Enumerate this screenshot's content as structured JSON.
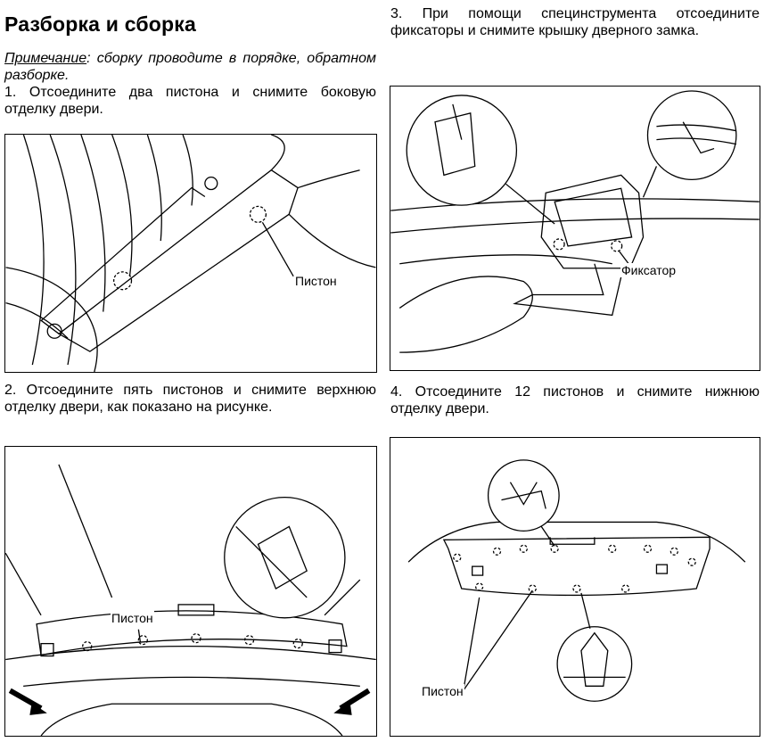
{
  "title": "Разборка и сборка",
  "note": {
    "label": "Примечание",
    "text": ": сборку проводите в порядке, обратном разборке."
  },
  "steps": [
    {
      "text": "1. Отсоедините два пистона и снимите боковую отделку двери."
    },
    {
      "text": "2. Отсоедините пять пистонов и снимите верхнюю отделку двери, как показано на рисунке."
    },
    {
      "text": "3. При помощи специнструмента отсоедините фиксаторы и снимите крышку дверного замка."
    },
    {
      "text": "4. Отсоедините 12 пистонов и снимите нижнюю отделку двери."
    }
  ],
  "figures": {
    "fig1": {
      "label": "Пистон"
    },
    "fig2": {
      "label": "Пистон"
    },
    "fig3": {
      "label": "Фиксатор"
    },
    "fig4": {
      "label": "Пистон"
    }
  }
}
